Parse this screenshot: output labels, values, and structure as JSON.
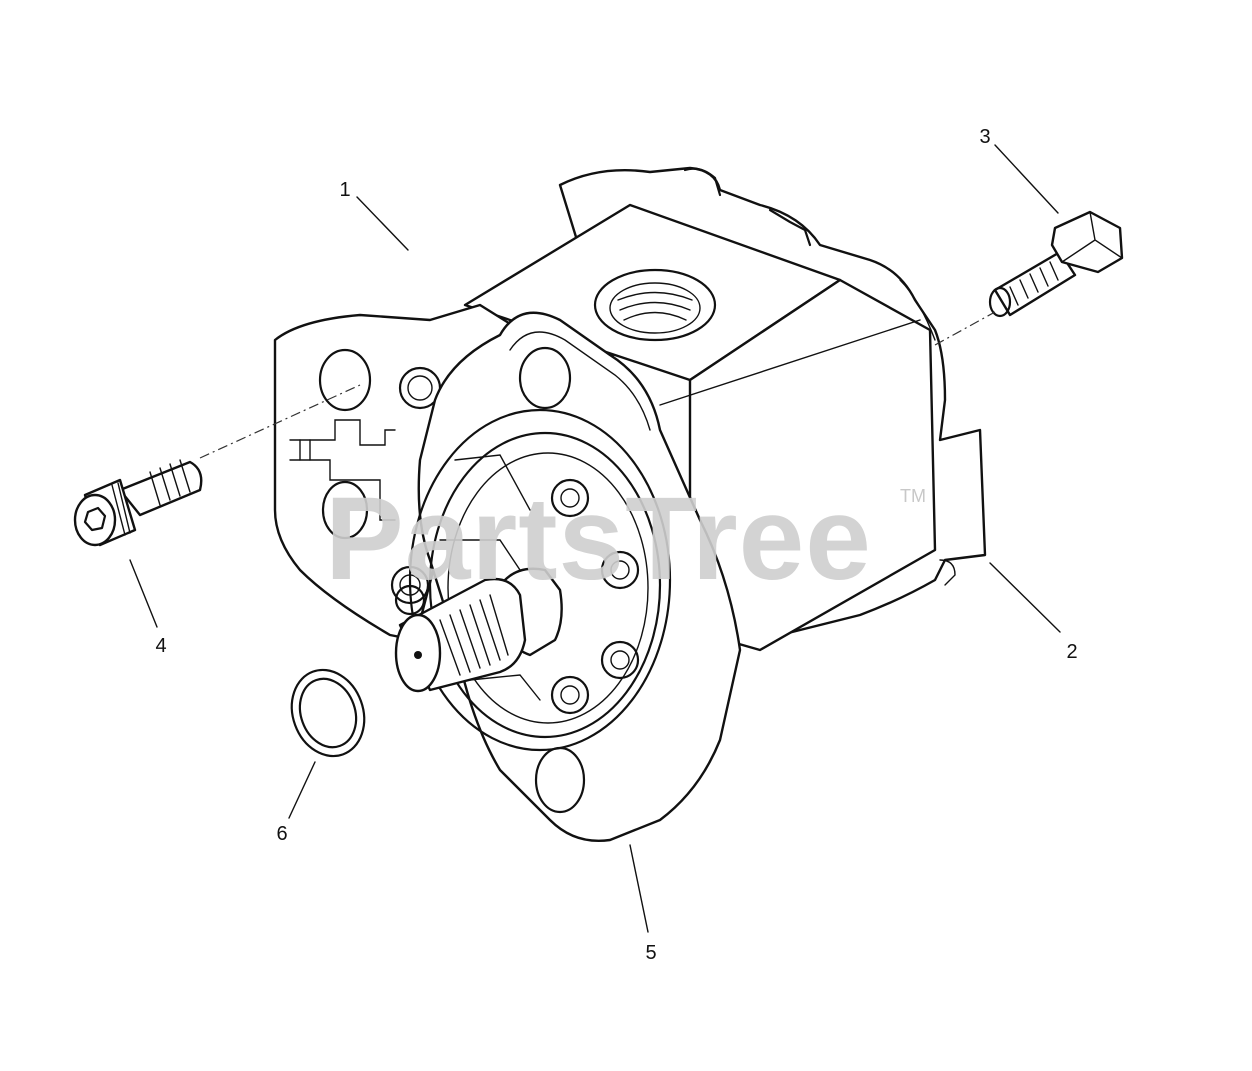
{
  "diagram": {
    "callouts": [
      {
        "id": "1",
        "label": "1"
      },
      {
        "id": "2",
        "label": "2"
      },
      {
        "id": "3",
        "label": "3"
      },
      {
        "id": "4",
        "label": "4"
      },
      {
        "id": "5",
        "label": "5"
      },
      {
        "id": "6",
        "label": "6"
      }
    ],
    "watermark": {
      "text": "PartsTree",
      "trademark": "TM"
    }
  }
}
